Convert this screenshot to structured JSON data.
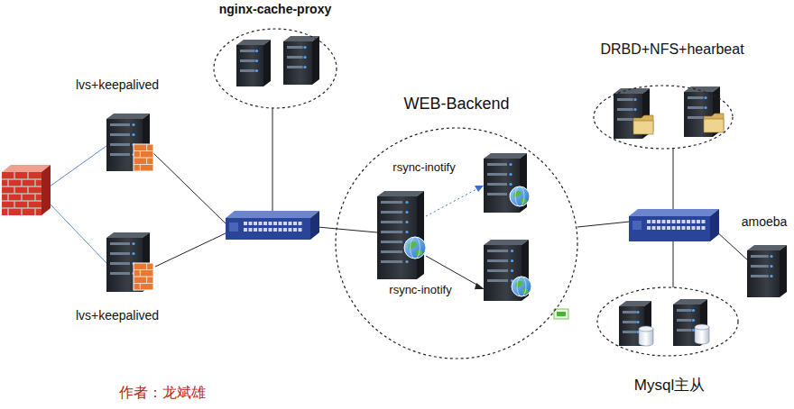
{
  "diagram": {
    "nodes": [
      {
        "text": [
          "nginx-cache-proxy"
        ]
      },
      {
        "text": [
          "lvs+keepalived"
        ]
      },
      {
        "text": [
          "lvs+keepalived"
        ]
      },
      {
        "text": [
          "WEB-Backend"
        ]
      },
      {
        "text": [
          "DRBD+NFS+hearbeat"
        ]
      },
      {
        "text": [
          "amoeba"
        ]
      },
      {
        "text": [
          "Mysql主从"
        ]
      }
    ],
    "labels": [
      "rsync-inotify",
      "rsync-inotify",
      "作者：龙斌雄"
    ]
  }
}
